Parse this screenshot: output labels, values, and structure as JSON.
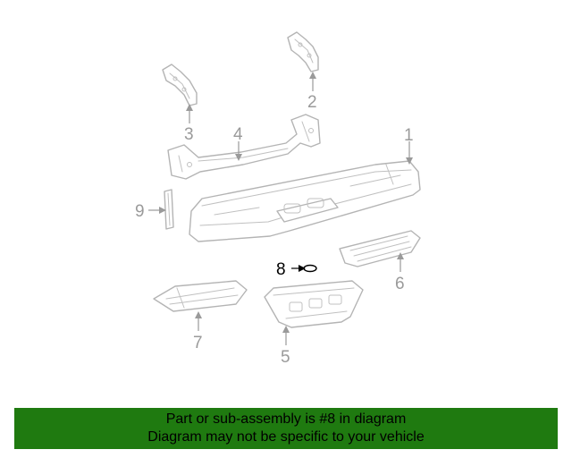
{
  "callouts": {
    "c1": "1",
    "c2": "2",
    "c3": "3",
    "c4": "4",
    "c5": "5",
    "c6": "6",
    "c7": "7",
    "c8": "8",
    "c9": "9"
  },
  "highlight_part": "8",
  "colors": {
    "banner_background": "#1f7a10",
    "line_art": "#b4b4b4",
    "callout_text": "#9a9a9a",
    "highlight_text": "#000000"
  },
  "banner": {
    "line1": "Part or sub-assembly is #8 in diagram",
    "line2": "Diagram may not be specific to your vehicle"
  }
}
